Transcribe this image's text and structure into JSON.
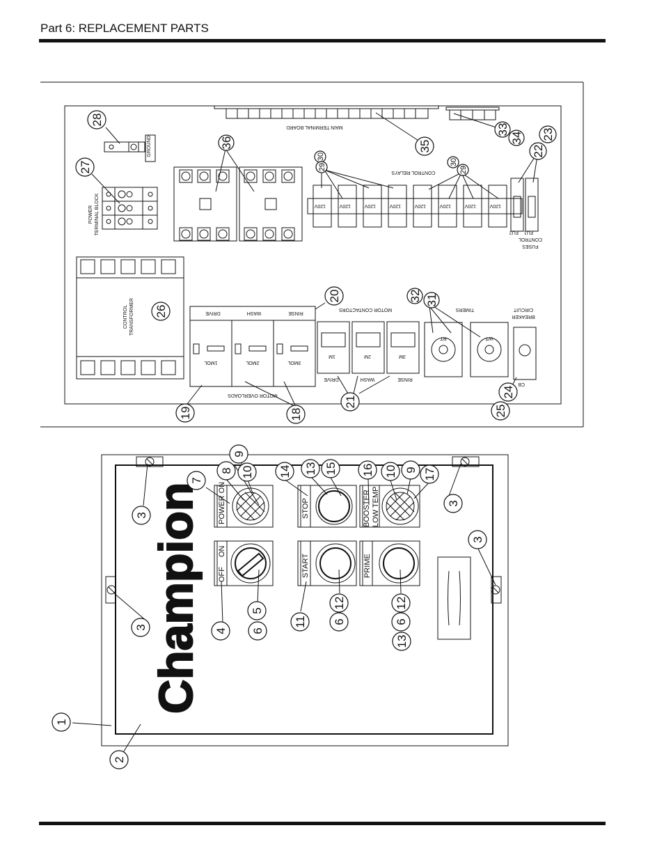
{
  "header": {
    "title": "Part 6:    REPLACEMENT PARTS"
  },
  "upper_panel": {
    "main_terminal_board": "MAIN  TERMINAL  BOARD",
    "ground": "GROUND",
    "power_terminal_block": [
      "POWER",
      "TERMINAL BLOCK"
    ],
    "control_relays": "CONTROL RELAYS",
    "relay_voltage": "120V",
    "control_fuses": [
      "CONTROL",
      "FUSES"
    ],
    "fuse_labels": [
      "FU2",
      "FU1"
    ],
    "control_transformer": [
      "CONTROL",
      "TRANSFORMER"
    ],
    "contactor_top_labels": [
      "DRIVE",
      "WASH",
      "RINSE"
    ],
    "motor_contactors": "MOTOR  CONTACTORS",
    "contactor_ids": [
      "1M",
      "2M",
      "3M"
    ],
    "contactor_bottom_labels": [
      "DRIVE",
      "WASH",
      "RINSE"
    ],
    "overload_ids": [
      "1MOL",
      "2MOL",
      "3MOL"
    ],
    "motor_overloads": "MOTOR  OVERLOADS",
    "timers": "TIMERS",
    "timer_ids": [
      "RT",
      "WT"
    ],
    "circuit_breaker": [
      "CIRCUIT",
      "BREAKER"
    ],
    "cb": "CB"
  },
  "lower_panel": {
    "brand": "Champion",
    "switch_labels": {
      "power_on": "POWER ON",
      "stop": "STOP",
      "booster": "BOOSTER",
      "low_temp": "LOW TEMP",
      "off": "OFF",
      "on": "ON",
      "start": "START",
      "prime": "PRIME"
    }
  },
  "callouts": {
    "c28": "28",
    "c27": "27",
    "c36": "36",
    "c35": "35",
    "c33": "33",
    "c34": "34",
    "c23": "23",
    "c22": "22",
    "c30a": "30",
    "c29a": "29",
    "c30b": "30",
    "c29b": "29",
    "c26": "26",
    "c20": "20",
    "c32": "32",
    "c31": "31",
    "c24": "24",
    "c25": "25",
    "c21": "21",
    "c18": "18",
    "c19": "19",
    "c9a": "9",
    "c8": "8",
    "c10a": "10",
    "c7": "7",
    "c14": "14",
    "c13a": "13",
    "c15": "15",
    "c16": "16",
    "c10b": "10",
    "c9b": "9",
    "c17": "17",
    "c3a": "3",
    "c3b": "3",
    "c3c": "3",
    "c3d": "3",
    "c5": "5",
    "c4": "4",
    "c6a": "6",
    "c11": "11",
    "c6b": "6",
    "c12a": "12",
    "c12b": "12",
    "c6c": "6",
    "c13b": "13",
    "c1": "1",
    "c2": "2"
  }
}
